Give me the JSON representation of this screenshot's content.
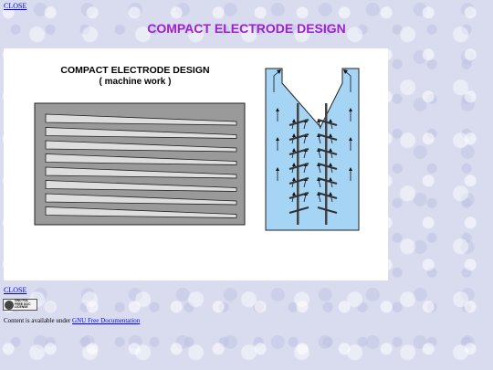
{
  "nav": {
    "close_top": "CLOSE",
    "close_bottom": "CLOSE"
  },
  "page": {
    "title": "COMPACT ELECTRODE DESIGN"
  },
  "figure": {
    "heading": "COMPACT ELECTRODE DESIGN",
    "subheading": "( machine work )",
    "left_panel": {
      "plate_count": 8
    },
    "right_panel": {
      "electrode_pairs": 7
    },
    "colors": {
      "housing_fill": "#9a9a9a",
      "plate_fill": "#dedede",
      "cell_fill": "#a6d4f5",
      "outline": "#222222"
    }
  },
  "footer": {
    "gfdl_badge": {
      "line1": "GNU FDL",
      "line2": "FREE DOC",
      "line3": "LICENSE"
    },
    "license_prefix": "Content is available under ",
    "license_link": "GNU Free Documentation"
  }
}
